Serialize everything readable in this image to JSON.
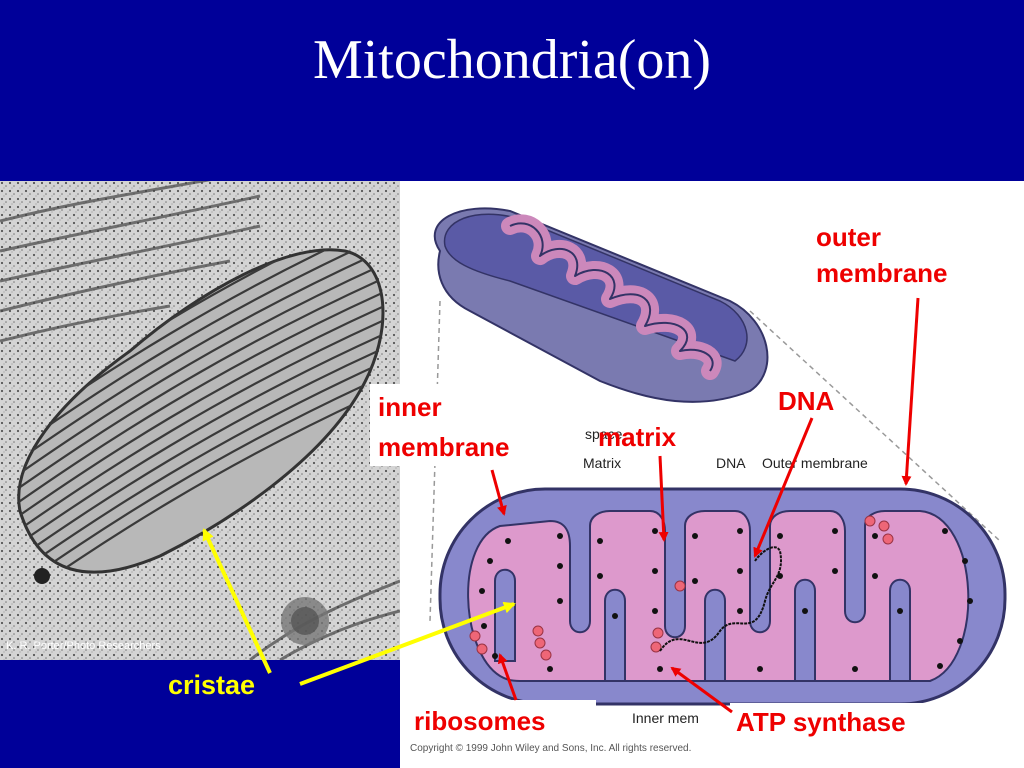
{
  "title": "Mitochondria(on)",
  "micrograph": {
    "credit": "K. R. Porter/Photo Researchers"
  },
  "diagram": {
    "labels": {
      "outer_membrane": [
        "outer",
        "membrane"
      ],
      "inner_membrane": [
        "inner",
        "membrane"
      ],
      "dna": "DNA",
      "matrix": "matrix",
      "ribosomes": "ribosomes",
      "atp_synthase": "ATP synthase",
      "cristae": "cristae"
    },
    "small_labels": {
      "space": "space",
      "matrix": "Matrix",
      "dna": "DNA",
      "outer_membrane": "Outer membrane",
      "inner_membrane": "Inner mem",
      "copyright": "Copyright © 1999 John Wiley and Sons, Inc. All rights reserved."
    }
  },
  "colors": {
    "background": "#000099",
    "label_red": "#ee0000",
    "label_yellow": "#ffff00",
    "matrix_pink": "#dd99cc",
    "membrane_blue": "#8888cc"
  }
}
